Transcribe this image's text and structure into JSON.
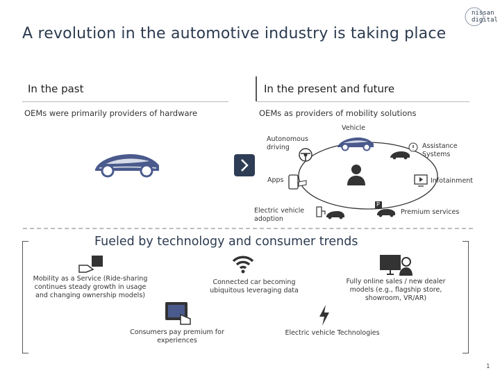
{
  "title": "A revolution in the automotive industry is taking place",
  "logo": {
    "line1": "nissan",
    "line2": "digital"
  },
  "past": {
    "heading": "In the past",
    "subheading": "OEMs were primarily providers of hardware"
  },
  "present": {
    "heading": "In the present and future",
    "subheading": "OEMs as providers of mobility solutions",
    "vehicle_label": "Vehicle",
    "autonomous_label": "Autonomous driving",
    "assistance_label": "Assistance Systems",
    "apps_label": "Apps",
    "infotainment_label": "Infotainment",
    "ev_adoption_label": "Electric vehicle adoption",
    "premium_label": "Premium services",
    "parking_badge": "P"
  },
  "fueled": {
    "heading": "Fueled by technology and consumer trends",
    "maas": "Mobility as a Service (Ride-sharing continues steady growth in usage and changing ownership models)",
    "connected": "Connected car becoming ubiquitous leveraging data",
    "online_sales": "Fully online sales / new dealer models (e.g., flagship store, showroom, VR/AR)",
    "consumers_pay": "Consumers pay premium for experiences",
    "ev_tech": "Electric vehicle Technologies"
  },
  "page_number": "1",
  "colors": {
    "navy": "#2b3a4f",
    "car_blue": "#4a5a8c",
    "chevron": "#2e3d55",
    "dash": "#bdbdbd"
  }
}
